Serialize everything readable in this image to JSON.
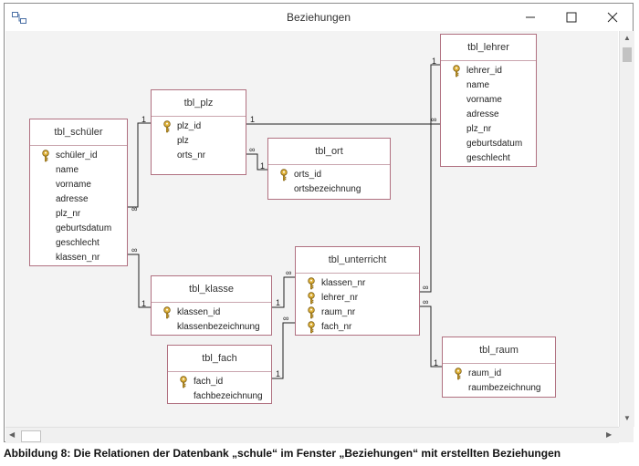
{
  "window": {
    "title": "Beziehungen",
    "minimize_icon": "minimize-icon",
    "maximize_icon": "maximize-icon",
    "close_icon": "close-icon"
  },
  "tables": {
    "schueler": {
      "name": "tbl_schüler",
      "fields": [
        {
          "name": "schüler_id",
          "key": true
        },
        {
          "name": "name"
        },
        {
          "name": "vorname"
        },
        {
          "name": "adresse"
        },
        {
          "name": "plz_nr"
        },
        {
          "name": "geburtsdatum"
        },
        {
          "name": "geschlecht"
        },
        {
          "name": "klassen_nr"
        }
      ]
    },
    "plz": {
      "name": "tbl_plz",
      "fields": [
        {
          "name": "plz_id",
          "key": true
        },
        {
          "name": "plz"
        },
        {
          "name": "orts_nr"
        }
      ]
    },
    "ort": {
      "name": "tbl_ort",
      "fields": [
        {
          "name": "orts_id",
          "key": true
        },
        {
          "name": "ortsbezeichnung"
        }
      ]
    },
    "lehrer": {
      "name": "tbl_lehrer",
      "fields": [
        {
          "name": "lehrer_id",
          "key": true
        },
        {
          "name": "name"
        },
        {
          "name": "vorname"
        },
        {
          "name": "adresse"
        },
        {
          "name": "plz_nr"
        },
        {
          "name": "geburtsdatum"
        },
        {
          "name": "geschlecht"
        }
      ]
    },
    "klasse": {
      "name": "tbl_klasse",
      "fields": [
        {
          "name": "klassen_id",
          "key": true
        },
        {
          "name": "klassenbezeichnung"
        }
      ]
    },
    "unterricht": {
      "name": "tbl_unterricht",
      "fields": [
        {
          "name": "klassen_nr",
          "key": true
        },
        {
          "name": "lehrer_nr",
          "key": true
        },
        {
          "name": "raum_nr",
          "key": true
        },
        {
          "name": "fach_nr",
          "key": true
        }
      ]
    },
    "fach": {
      "name": "tbl_fach",
      "fields": [
        {
          "name": "fach_id",
          "key": true
        },
        {
          "name": "fachbezeichnung"
        }
      ]
    },
    "raum": {
      "name": "tbl_raum",
      "fields": [
        {
          "name": "raum_id",
          "key": true
        },
        {
          "name": "raumbezeichnung"
        }
      ]
    }
  },
  "relationship_labels": {
    "one": "1",
    "many": "∞"
  },
  "caption": "Abbildung 8: Die Relationen der Datenbank „schule“ im Fenster „Beziehungen“ mit erstellten Beziehungen"
}
